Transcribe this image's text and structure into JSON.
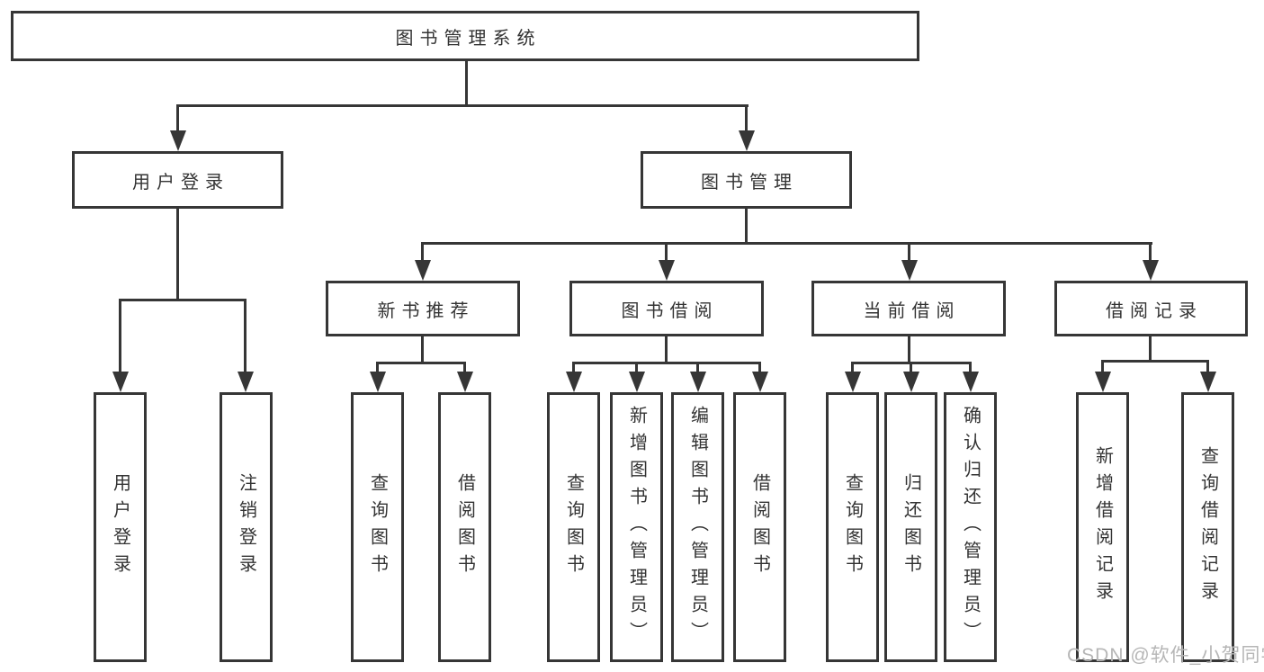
{
  "title": {
    "label": "图书管理系统"
  },
  "level2": [
    {
      "label": "用户登录"
    },
    {
      "label": "图书管理"
    }
  ],
  "level3": [
    {
      "label": "新书推荐"
    },
    {
      "label": "图书借阅"
    },
    {
      "label": "当前借阅"
    },
    {
      "label": "借阅记录"
    }
  ],
  "leaves": {
    "user_login": [
      "用户登录",
      "注销登录"
    ],
    "new_book": [
      "查询图书",
      "借阅图书"
    ],
    "borrow": [
      "查询图书",
      "新增图书（管理员）",
      "编辑图书（管理员）",
      "借阅图书"
    ],
    "current": [
      "查询图书",
      "归还图书",
      "确认归还（管理员）"
    ],
    "records": [
      "新增借阅记录",
      "查询借阅记录"
    ]
  },
  "watermark": "CSDN @软件_小贺同学",
  "colors": {
    "line": "#363636",
    "box_border": "#363636",
    "box_fill": "#ffffff",
    "text": "#333333",
    "watermark": "#b6b6b6",
    "background": "#ffffff"
  }
}
